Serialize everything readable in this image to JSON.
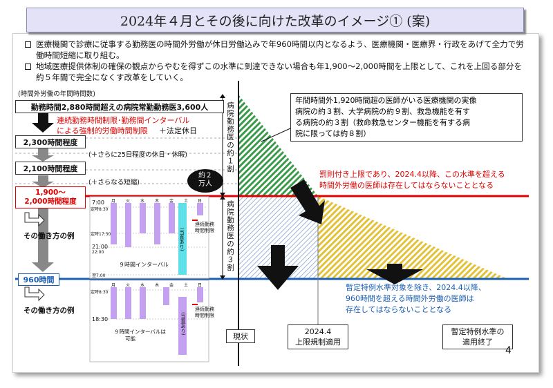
{
  "title": "2024年４月とその後に向けた改革のイメージ① (案)",
  "bullets": [
    "医療機関で診療に従事する勤務医の時間外労働が休日労働込みで年960時間以内となるよう、医療機関・医療界・行政をあげて全力で労働時間短縮に取り組む。",
    "地域医療提供体制の確保の観点からやむを得ずこの水準に到達できない場合も年1,900～2,000時間を上限として、これを上回る部分を約５年間で完全になくす改革をしていく。"
  ],
  "left": {
    "axis_caption": "(時間外労働の年間時間数)",
    "box_top": "勤務時間2,880時間超えの病院常勤勤務医3,600人",
    "red_note_1": "連続勤務時間制限･勤務間インターバル",
    "red_note_2": "による強制的労働時間制限",
    "black_note": "＋法定休日",
    "box_2300": "2,300時間程度",
    "note_25": "(＋さらに25日程度の休日・休暇)",
    "box_2100": "2,100時間程度",
    "note_short": "(＋さらなる短縮)",
    "box_1900_line1": "1,900～",
    "box_1900_line2": "2,000時間程度",
    "example_1": "その働き方の例",
    "box_960": "960時間",
    "example_2": "その働き方の例"
  },
  "sched1": {
    "days": [
      "月",
      "火",
      "水",
      "木",
      "金",
      "土",
      "日"
    ],
    "t_start": "7:00",
    "label_start": "定時8:30",
    "label_end": "定時17:30",
    "t_21": "21:00",
    "t_22": "22:00",
    "t_next7": "翌7:00",
    "interval_label": "９時間インターバル",
    "consecutive_label_1": "連続勤務",
    "consecutive_label_2": "時間制限",
    "oncall": "(当直あり)"
  },
  "sched2": {
    "days": [
      "月",
      "火",
      "水",
      "木",
      "金",
      "土",
      "日"
    ],
    "label_start": "定時8:30",
    "t_1830": "18:30",
    "interval_label_1": "９時間インターバルは",
    "interval_label_2": "可能",
    "consecutive_label_1": "連続勤務",
    "consecutive_label_2": "時間制限",
    "oncall": "(当直あり)"
  },
  "right": {
    "vlabel_1": "病院勤務医の約１割",
    "vlabel_2": "病院勤務医の約３割",
    "bubble": [
      "約２",
      "万人"
    ],
    "callout": [
      "年間時間外1,920時間超の医師がいる医療機関の実像",
      "病院の約３割、大学病院の約９割、救急機能を有す",
      "る病院の約３割（救命救急センター機能を有する病",
      "院に限っては約８割）"
    ],
    "red_text": [
      "罰則付き上限であり、2024.4以降、この水準を超える",
      "時間外労働の医師は存在してはならないこととなる"
    ],
    "blue_text": [
      "暫定特例水準対象を除き、2024.4以降、",
      "960時間を超える時間外労働の医師は",
      "存在してはならないこととなる"
    ],
    "current": "現状",
    "box_2024_line1": "2024.4",
    "box_2024_line2": "上限規制適用",
    "box_end_line1": "暫定特例水準の",
    "box_end_line2": "適用終了",
    "page": "4"
  },
  "colors": {
    "red": "#e00000",
    "blue": "#1a5fb4",
    "green": "#3a9a4a",
    "yellow": "#e3c23a",
    "violet": "#c4a0f0",
    "cyan": "#5fe0e8"
  }
}
